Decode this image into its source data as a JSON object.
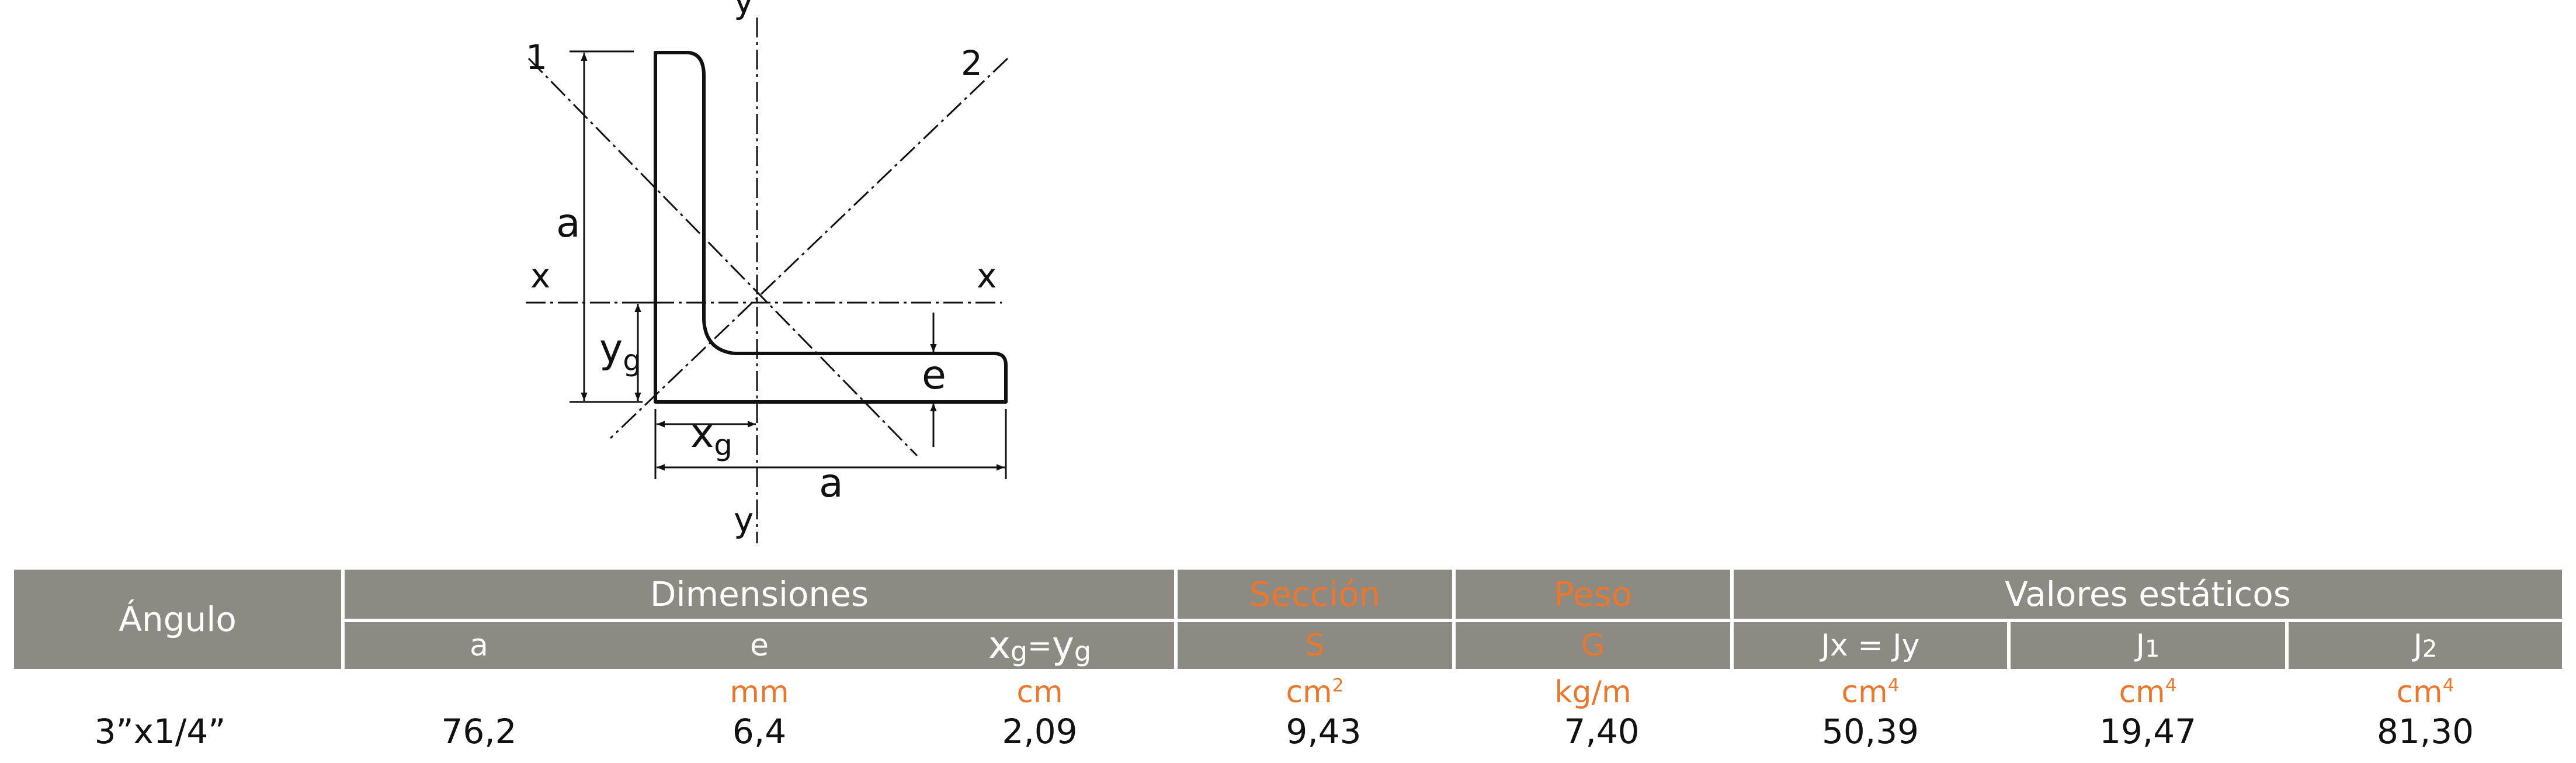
{
  "diagram": {
    "labels": {
      "y_top": "y",
      "y_bottom": "y",
      "x_left": "x",
      "x_right": "x",
      "axis1": "1",
      "axis2": "2",
      "a_vertical": "a",
      "a_horizontal": "a",
      "yg_main": "y",
      "yg_sub": "g",
      "xg_main": "x",
      "xg_sub": "g",
      "e": "e"
    }
  },
  "table": {
    "header": {
      "angulo": "Ángulo",
      "dimensiones": "Dimensiones",
      "seccion": "Sección",
      "seccion_sub": "S",
      "peso": "Peso",
      "peso_sub": "G",
      "valores": "Valores estáticos",
      "dim_a": "a",
      "dim_e": "e",
      "dim_xg_main": "x",
      "dim_xg_sub": "g",
      "dim_eq": " = ",
      "dim_yg_main": "y",
      "dim_yg_sub": "g",
      "jxjy": "Jx = Jy",
      "j1_main": "J",
      "j1_sub": "1",
      "j2_main": "J",
      "j2_sub": "2"
    },
    "units": {
      "e": "mm",
      "xg": "cm",
      "s_main": "cm",
      "s_sup": "2",
      "g": "kg/m",
      "jx_main": "cm",
      "jx_sup": "4",
      "j1_main": "cm",
      "j1_sup": "4",
      "j2_main": "cm",
      "j2_sup": "4"
    },
    "row": {
      "angulo": "3”x1/4”",
      "a": "76,2",
      "e": "6,4",
      "xg": "2,09",
      "s": "9,43",
      "g": "7,40",
      "jx": "50,39",
      "j1": "19,47",
      "j2": "81,30"
    }
  },
  "colors": {
    "header_bg": "#8c8a82",
    "header_text": "#ffffff",
    "accent_orange": "#e9782f",
    "text": "#111111"
  }
}
